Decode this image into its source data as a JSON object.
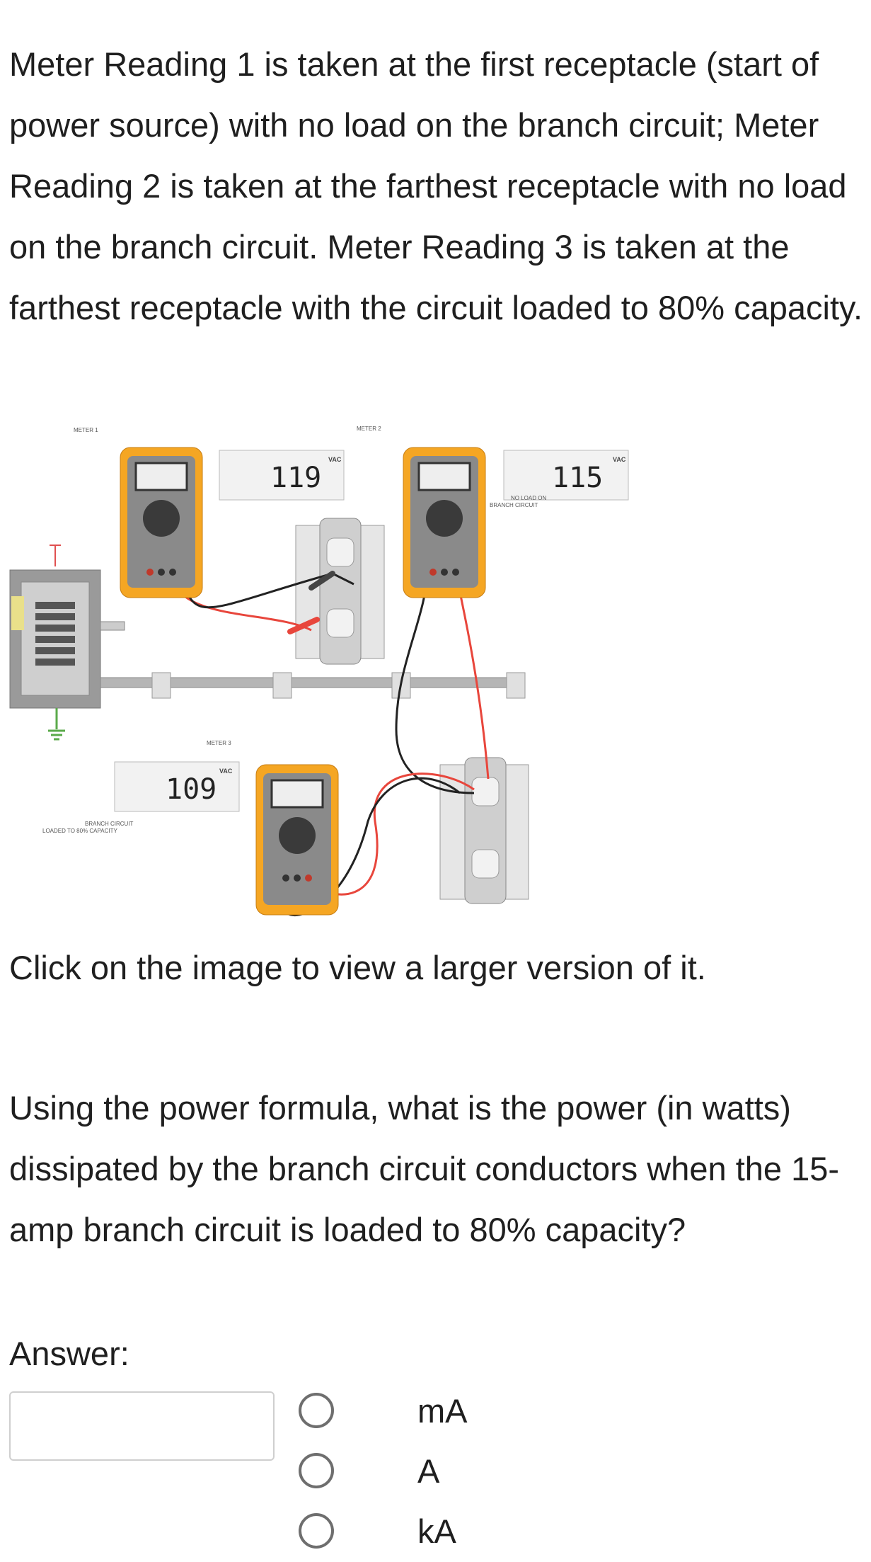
{
  "question": {
    "intro": "Meter Reading 1 is taken at the first receptacle (start of power source) with no load on the branch circuit; Meter Reading 2 is taken at the farthest receptacle with no load on the branch circuit. Meter Reading 3 is taken at the farthest receptacle with the circuit loaded to 80% capacity.",
    "click_note": "Click on the image to view a larger version of it.",
    "prompt": "Using the power formula, what is the power (in watts) dissipated by the branch circuit conductors when the 15-amp branch circuit is loaded to 80% capacity?",
    "answer_label": "Answer:",
    "answer_value": ""
  },
  "figure": {
    "meter1": {
      "label": "METER 1",
      "reading": "119",
      "unit": "VAC"
    },
    "meter2": {
      "label": "METER 2",
      "reading": "115",
      "unit": "VAC",
      "note_line1": "NO LOAD ON",
      "note_line2": "BRANCH CIRCUIT"
    },
    "meter3": {
      "label": "METER 3",
      "reading": "109",
      "unit": "VAC",
      "note_line1": "BRANCH CIRCUIT",
      "note_line2": "LOADED TO 80% CAPACITY"
    }
  },
  "units": [
    {
      "label": "mA",
      "selected": false
    },
    {
      "label": "A",
      "selected": false
    },
    {
      "label": "kA",
      "selected": false
    }
  ],
  "colors": {
    "meter_body": "#f5a623",
    "meter_face": "#8a8a8a",
    "lead_red": "#e8463c",
    "lead_black": "#222222"
  }
}
